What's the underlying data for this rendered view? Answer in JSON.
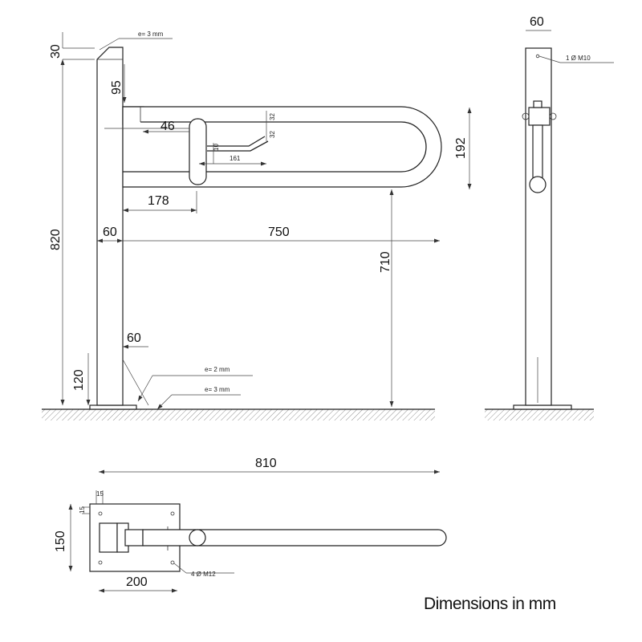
{
  "front_view": {
    "thickness_top": "e= 3 mm",
    "thickness_bottom_1": "e= 2 mm",
    "thickness_bottom_2": "e= 3 mm",
    "dims": {
      "d30": "30",
      "d95": "95",
      "d46": "46",
      "d32a": "32",
      "d32b": "32",
      "d10": "10",
      "d161": "161",
      "d178": "178",
      "d60_post": "60",
      "d750": "750",
      "d710": "710",
      "d820": "820",
      "d60_base": "60",
      "d120": "120"
    }
  },
  "side_view": {
    "width": "60",
    "hole_callout": "1 Ø M10",
    "d192": "192"
  },
  "plan_view": {
    "d810": "810",
    "d15a": "15",
    "d15b": "15",
    "d150": "150",
    "d200": "200",
    "hole_callout": "4 Ø M12"
  },
  "note": "Dimensions in mm"
}
